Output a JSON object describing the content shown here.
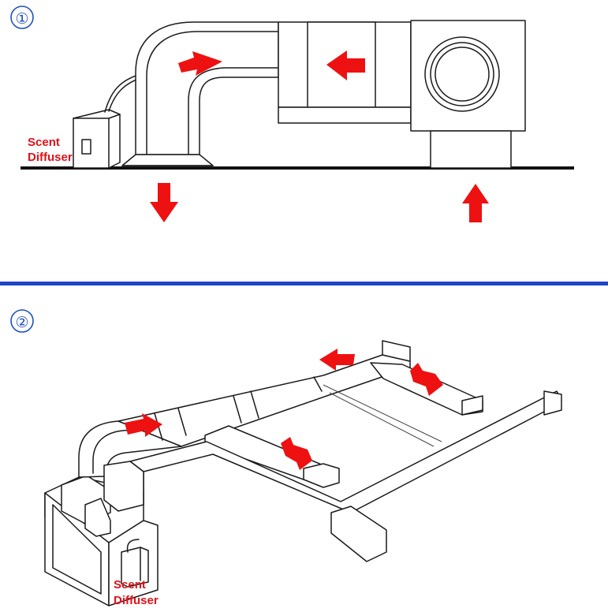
{
  "panel1": {
    "badge": "①",
    "label_line1": "Scent",
    "label_line2": "Diffuser"
  },
  "panel2": {
    "badge": "②",
    "label_line1": "Scent",
    "label_line2": "Diffuser"
  },
  "colors": {
    "arrow": "#ee1111",
    "divider": "#1f45c8",
    "badge": "#1f4fbf",
    "label": "#e0121a"
  },
  "icons": [
    "red-arrow-icon"
  ]
}
